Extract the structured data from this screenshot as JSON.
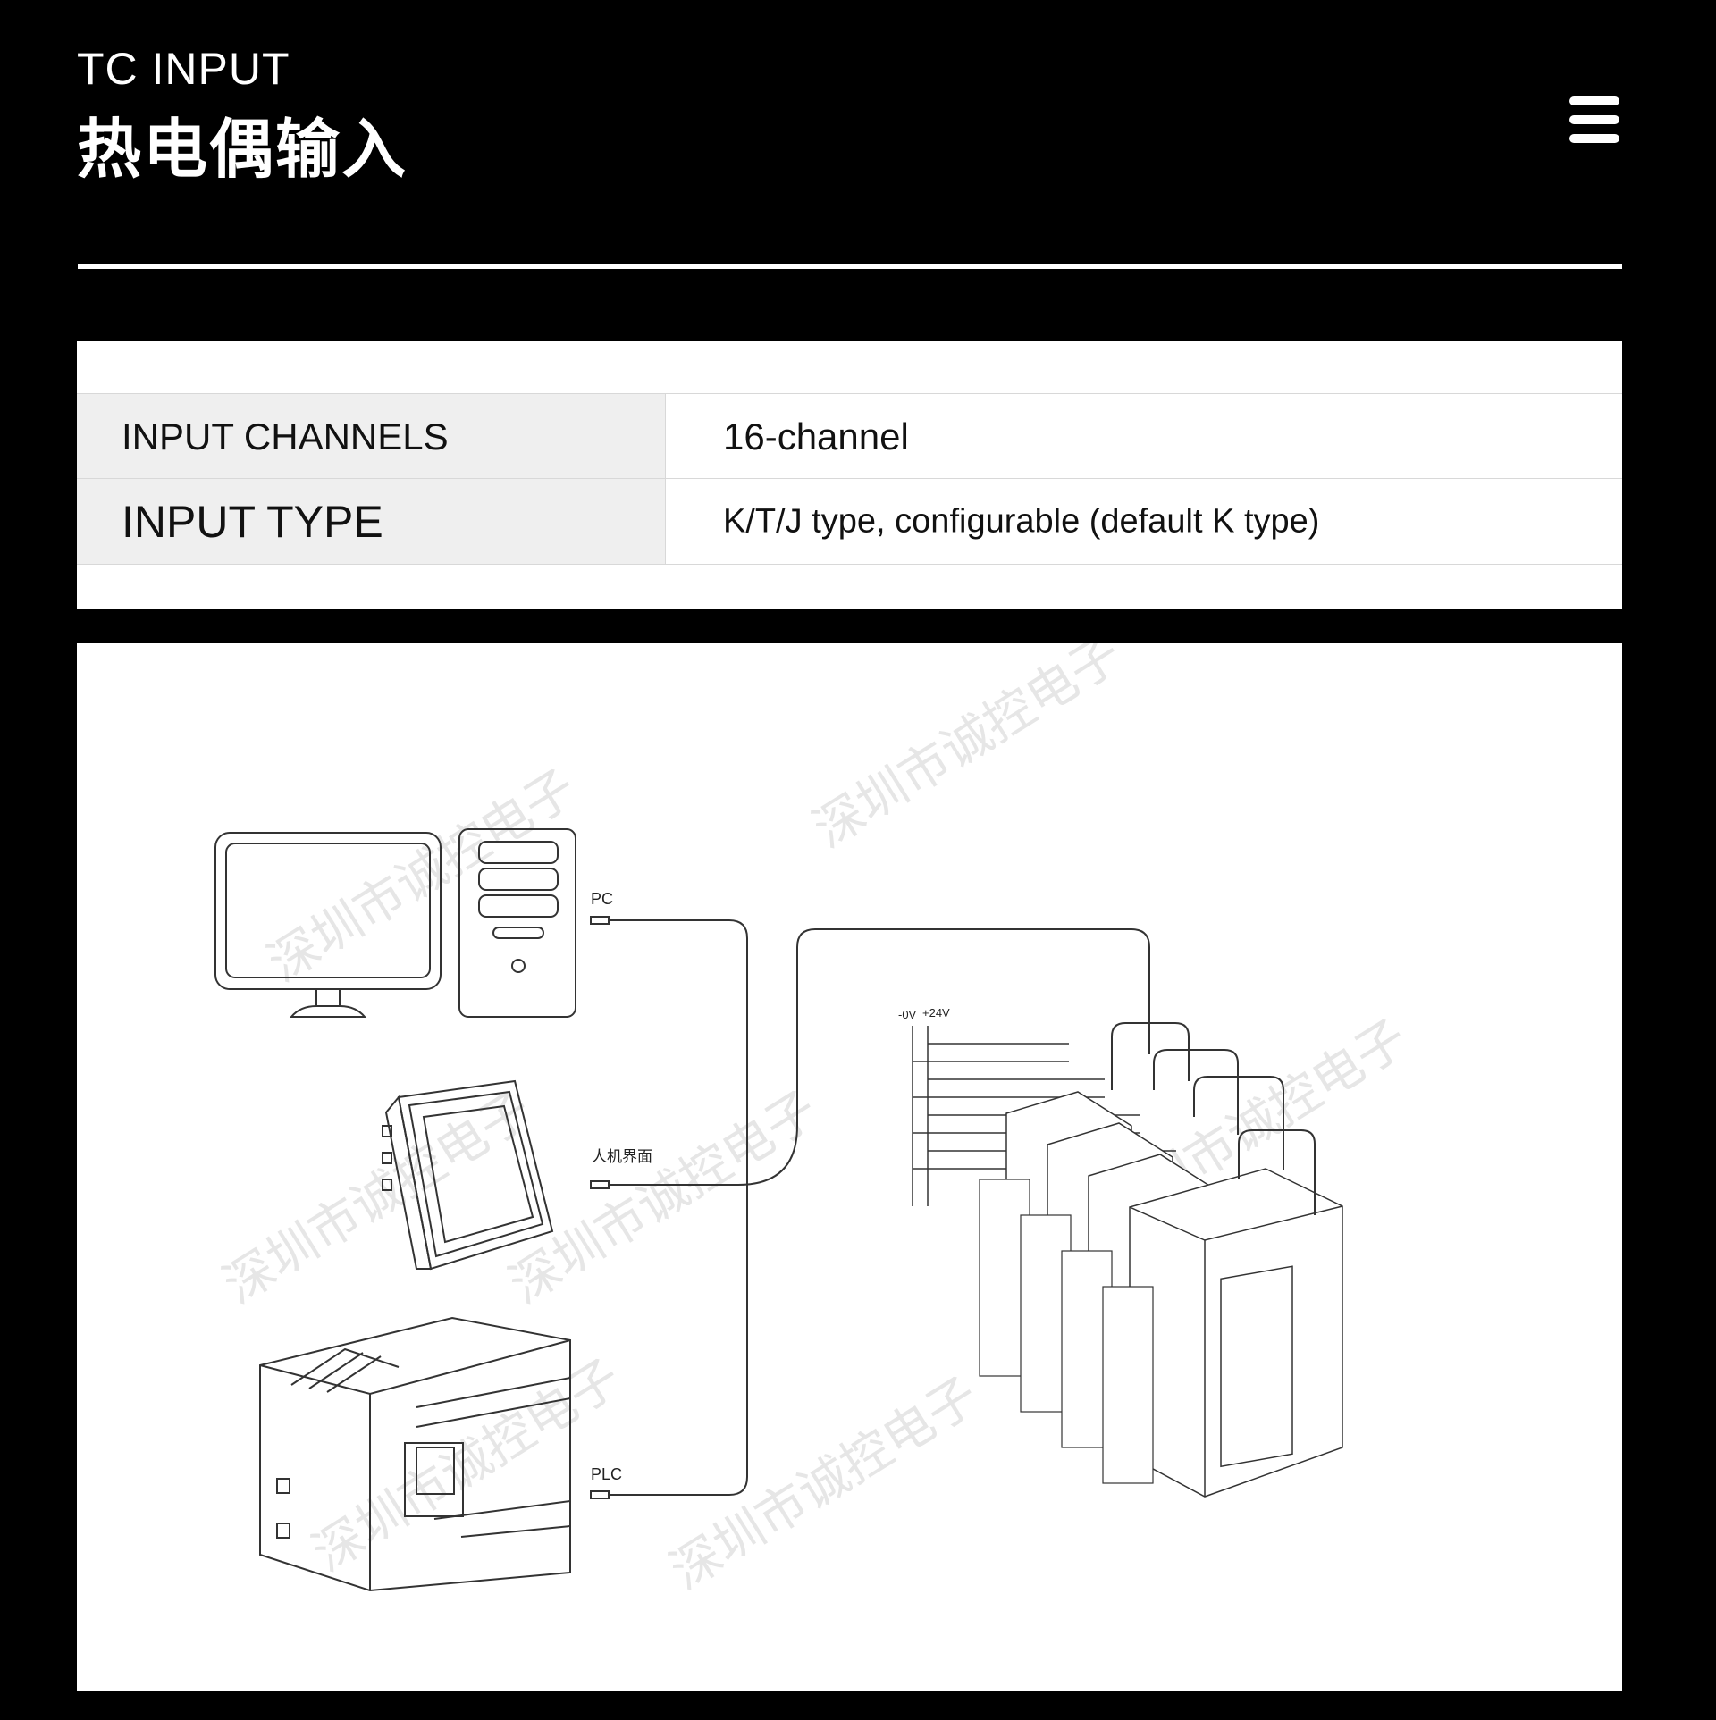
{
  "header": {
    "subtitle": "TC INPUT",
    "title": "热电偶输入",
    "menu_icon": "hamburger-menu-icon"
  },
  "specs": [
    {
      "key": "INPUT CHANNELS",
      "value": "16-channel"
    },
    {
      "key": "INPUT TYPE",
      "value": "K/T/J type, configurable (default K type)"
    }
  ],
  "diagram": {
    "labels": {
      "pc": "PC",
      "hmi": "人机界面",
      "plc": "PLC",
      "minus_0v": "-0V",
      "plus_24v": "+24V"
    },
    "watermark": "深圳市诚控电子"
  },
  "colors": {
    "background": "#000000",
    "card": "#ffffff",
    "key_cell": "#efefef",
    "line": "#333333"
  }
}
